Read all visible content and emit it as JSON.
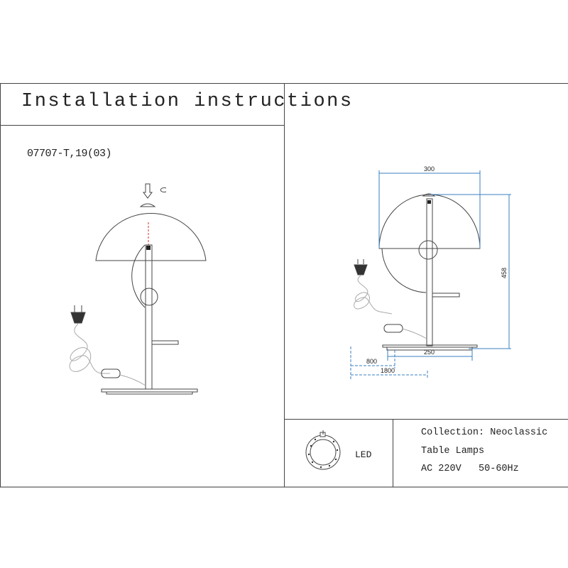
{
  "header": {
    "title": "Installation instructions"
  },
  "model_code": "07707-T,19(03)",
  "dimensions": {
    "shade_width": "300",
    "height": "458",
    "base_width": "250",
    "cord_to_switch": "800",
    "cord_length": "1800"
  },
  "light_source": {
    "label": "LED",
    "icon": "led-ring-icon"
  },
  "info": {
    "collection": "Collection: Neoclassic",
    "type": "Table Lamps",
    "power": "AC 220V   50-60Hz"
  },
  "colors": {
    "line": "#444444",
    "dimension": "#3a7fc0",
    "axis_marker": "#cc3322"
  }
}
